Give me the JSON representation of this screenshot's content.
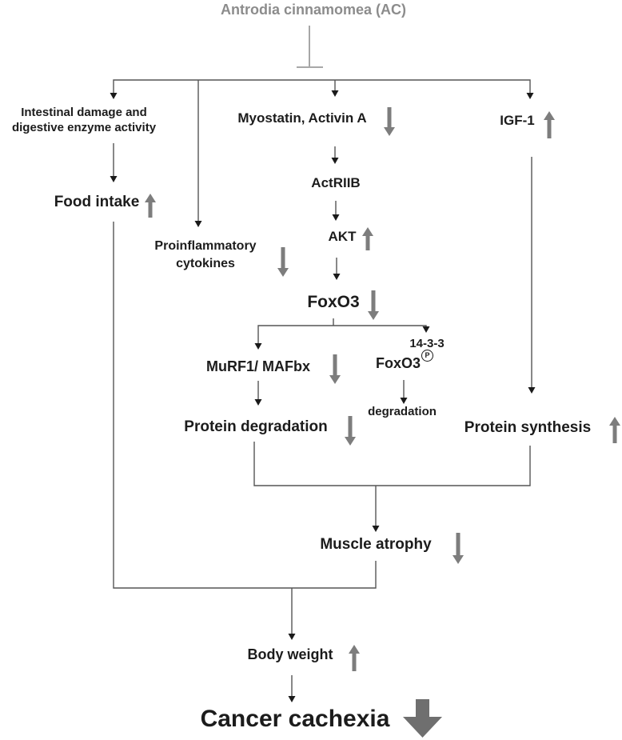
{
  "diagram": {
    "title": "Antrodia cinnamomea (AC)",
    "title_effect": "inhibition",
    "nodes": {
      "intestinal_damage": {
        "label": "Intestinal damage and digestive enzyme activity",
        "change": null
      },
      "food_intake": {
        "label": "Food intake",
        "change": "increase"
      },
      "myostatin_activin": {
        "label": "Myostatin, Activin A",
        "change": "decrease"
      },
      "actriib": {
        "label": "ActRIIB",
        "change": null
      },
      "akt": {
        "label": "AKT",
        "change": "increase"
      },
      "proinflammatory_cytokines": {
        "label": "Proinflammatory cytokines",
        "change": "decrease"
      },
      "foxo3": {
        "label": "FoxO3",
        "change": "decrease"
      },
      "murf1_mafbx": {
        "label": "MuRF1/ MAFbx",
        "change": "decrease"
      },
      "foxo3_phospho": {
        "annotation": "14-3-3",
        "label": "FoxO3",
        "superscript": "P",
        "change": null
      },
      "degradation": {
        "label": "degradation",
        "change": null
      },
      "igf1": {
        "label": "IGF-1",
        "change": "increase"
      },
      "protein_degradation": {
        "label": "Protein degradation",
        "change": "decrease"
      },
      "protein_synthesis": {
        "label": "Protein synthesis",
        "change": "increase"
      },
      "muscle_atrophy": {
        "label": "Muscle atrophy",
        "change": "decrease"
      },
      "body_weight": {
        "label": "Body weight",
        "change": "increase"
      },
      "cancer_cachexia": {
        "label": "Cancer cachexia",
        "change": "decrease"
      }
    },
    "edges": [
      "Antrodia cinnamomea (AC) -| pathway",
      "branch -> Intestinal damage and digestive enzyme activity",
      "branch -> Proinflammatory cytokines",
      "branch -> Myostatin, Activin A",
      "branch -> IGF-1",
      "Intestinal damage and digestive enzyme activity -> Food intake",
      "Myostatin, Activin A -> ActRIIB",
      "ActRIIB -> AKT",
      "AKT -> FoxO3",
      "FoxO3 -> MuRF1/ MAFbx",
      "FoxO3 -> 14-3-3 FoxO3(P)",
      "MuRF1/ MAFbx -> Protein degradation",
      "14-3-3 FoxO3(P) -> degradation",
      "IGF-1 -> Protein synthesis",
      "Protein degradation + Protein synthesis -> Muscle atrophy",
      "Muscle atrophy + Food intake -> Body weight",
      "Body weight -> Cancer cachexia"
    ],
    "colors": {
      "text": "#1c1c1c",
      "title_gray": "#8c8c8c",
      "gray_arrow": "#7d7d7d",
      "block_arrow": "#6f6f6f",
      "line": "#555555"
    }
  }
}
